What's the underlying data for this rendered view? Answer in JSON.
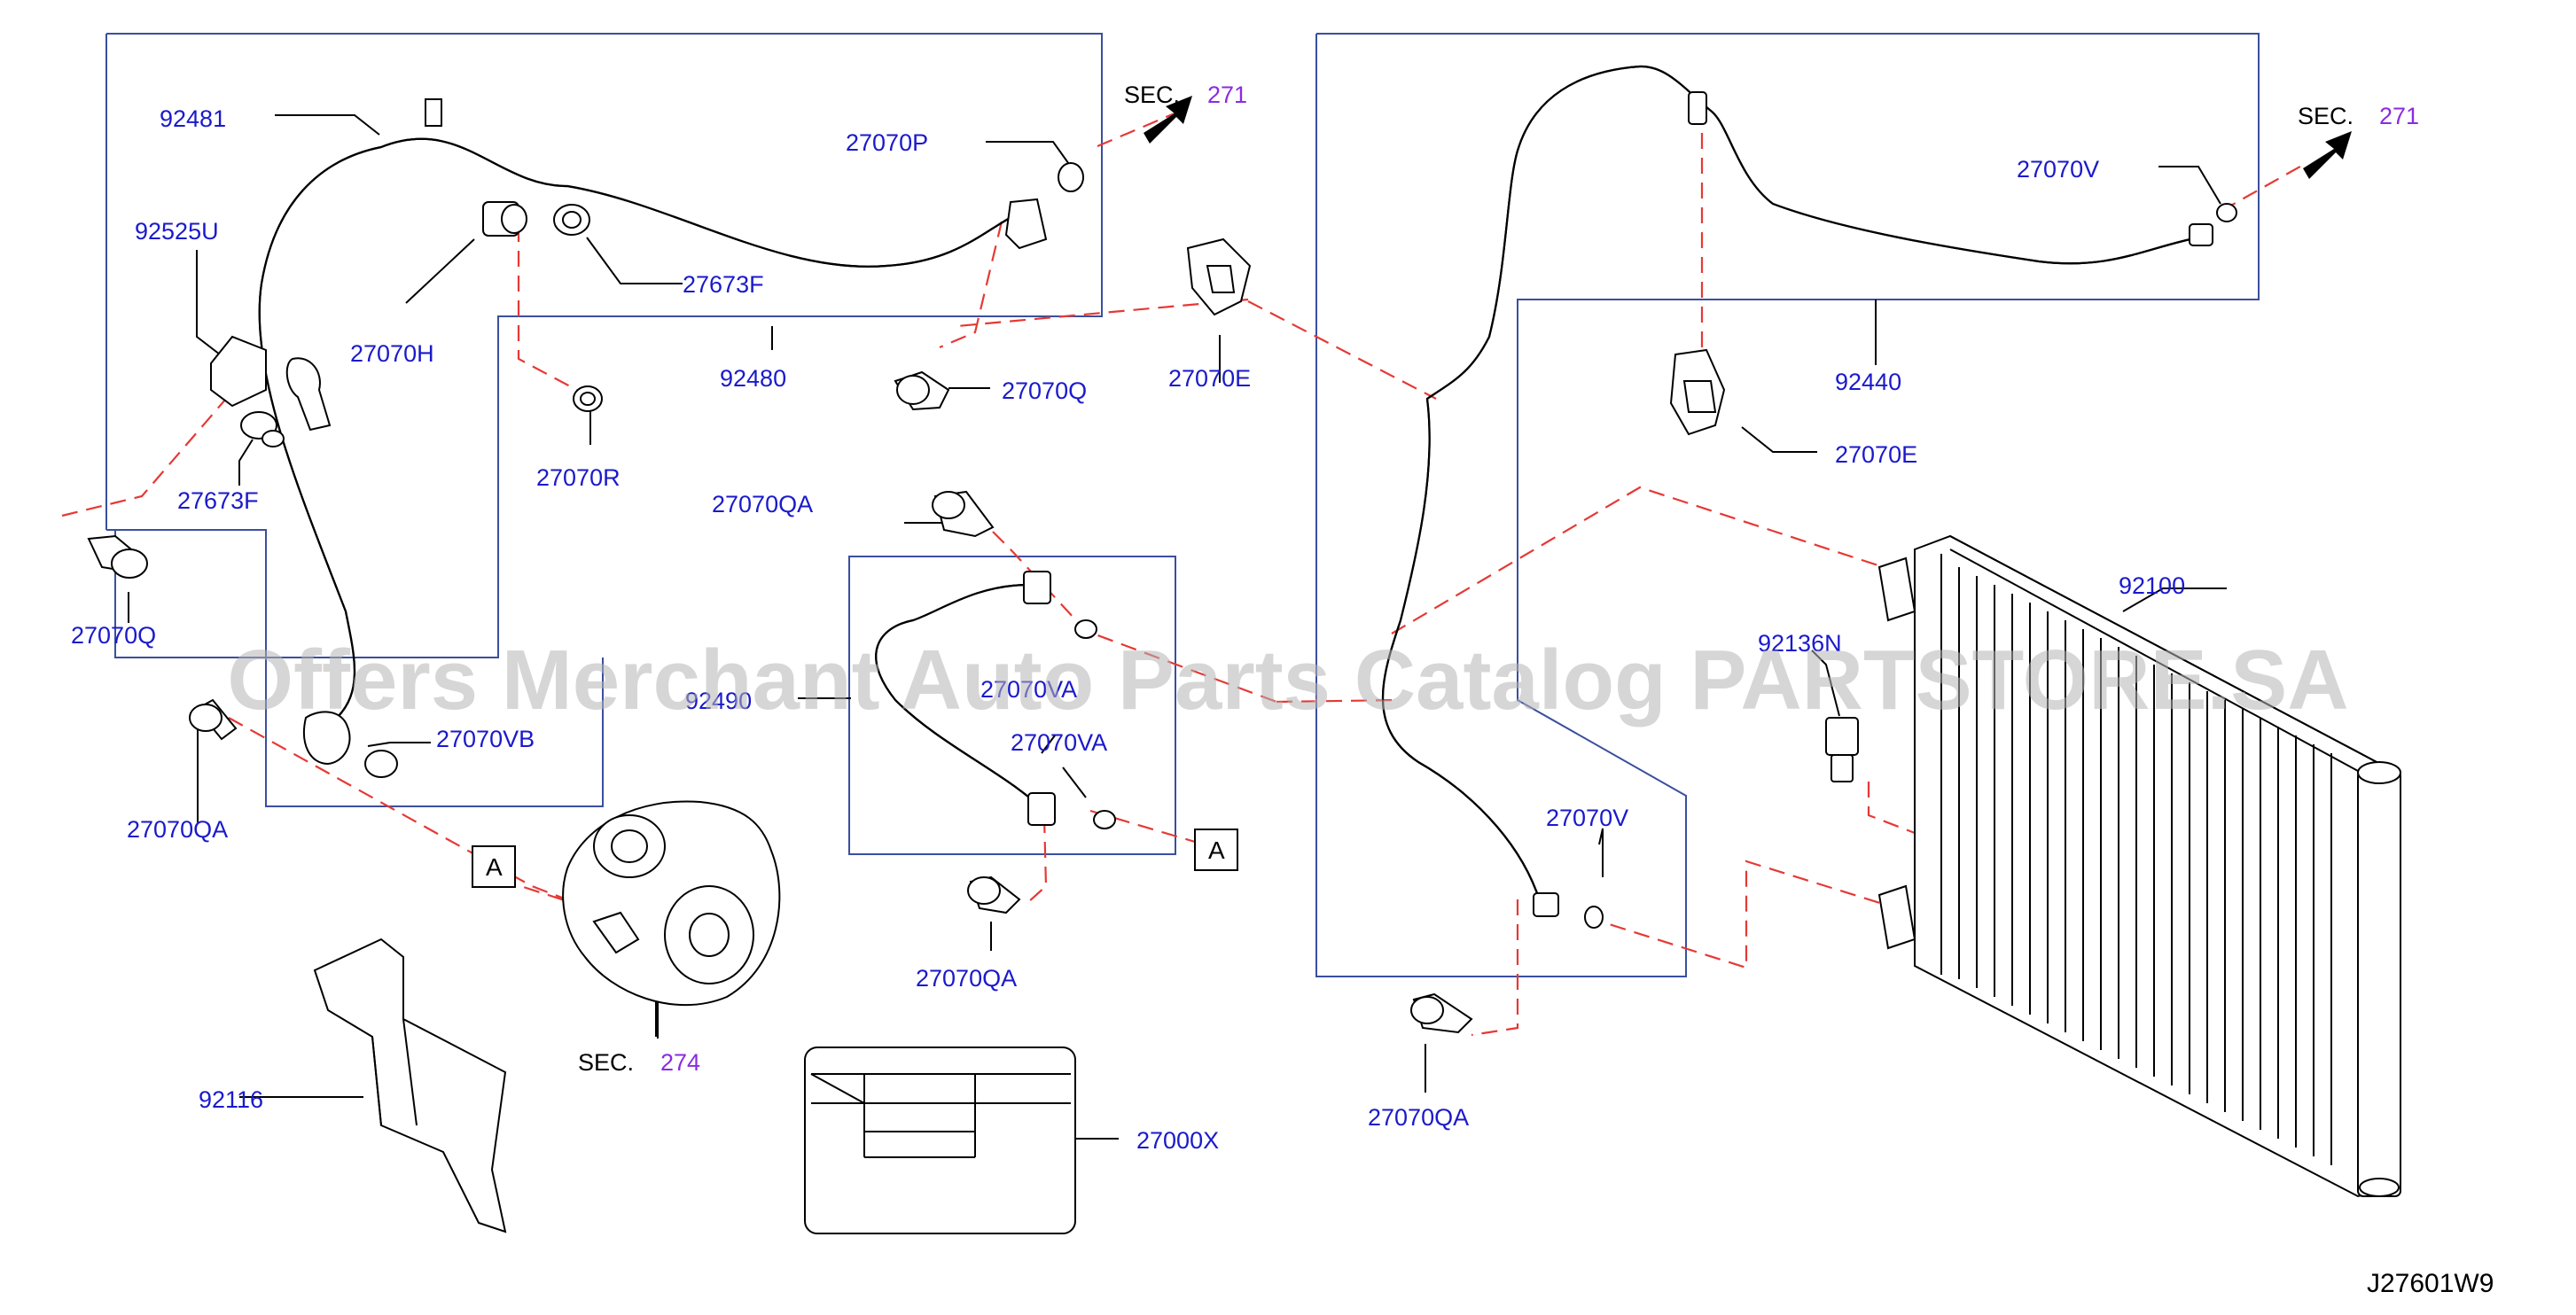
{
  "diagram_id": "J27601W9",
  "watermark": "Offers Merchant Auto Parts Catalog PARTSTORE.SA",
  "section_prefix": "SEC.",
  "sections": {
    "left": "271",
    "right": "271",
    "compressor": "274"
  },
  "reference_marker": "A",
  "parts": {
    "hose_high": "92481",
    "clip_92525U": "92525U",
    "seal_left": "27673F",
    "seal_top": "27673F",
    "bolt_left": "27070Q",
    "bolt_qa_left": "27070QA",
    "oring_h": "27070H",
    "oring_p": "27070P",
    "oring_r": "27070R",
    "hose_low": "92480",
    "bolt_q": "27070Q",
    "oring_vb": "27070VB",
    "clip_e_top": "27070E",
    "bolt_qa_mid": "27070QA",
    "hose_92490": "92490",
    "oring_va_a": "27070VA",
    "oring_va_b": "27070VA",
    "bolt_qa_lower": "27070QA",
    "bracket": "92116",
    "label_plate": "27000X",
    "pipe_upper": "92440",
    "clip_e_right": "27070E",
    "oring_v_top": "27070V",
    "condenser": "92100",
    "sensor": "92136N",
    "oring_v_low": "27070V",
    "bolt_qa_right": "27070QA"
  }
}
